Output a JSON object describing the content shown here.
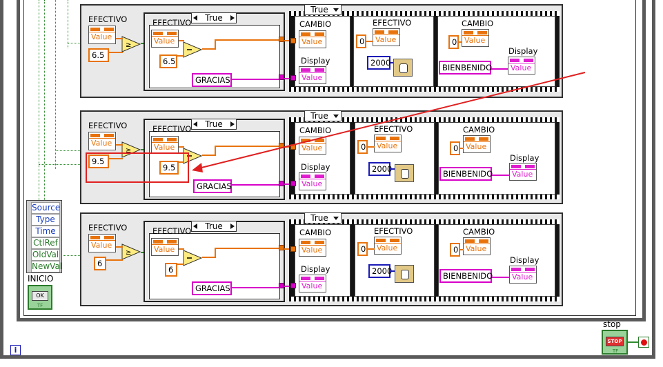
{
  "outer_loop": {
    "info_glyph": "i"
  },
  "event_data_node": {
    "items": [
      {
        "label": "Source",
        "color": "#1a3fbf"
      },
      {
        "label": "Type",
        "color": "#1a3fbf"
      },
      {
        "label": "Time",
        "color": "#1a3fbf"
      },
      {
        "label": "CtlRef",
        "color": "#2a7a2a"
      },
      {
        "label": "OldVal",
        "color": "#2a7a2a"
      },
      {
        "label": "NewVal",
        "color": "#2a7a2a"
      }
    ]
  },
  "inicio": {
    "label": "INICIO",
    "button_text": "OK",
    "type_text": "TF"
  },
  "stop": {
    "label": "stop",
    "button_text": "STOP",
    "type_text": "TF"
  },
  "rows": [
    {
      "efectivo_label": "EFECTIVO",
      "compare_constant": "6.5",
      "case_selector": "True",
      "inner_efectivo_label": "EFECTIVO",
      "subtract_constant": "6.5",
      "gracias_constant": "GRACIAS",
      "sequence_selector": "True",
      "frame1": {
        "cambio_label": "CAMBIO",
        "display_label": "Display"
      },
      "frame2": {
        "efectivo_label": "EFECTIVO",
        "zero_constant": "0",
        "wait_constant": "2000"
      },
      "frame3": {
        "cambio_label": "CAMBIO",
        "zero_constant": "0",
        "display_label": "Display",
        "bienvenido_constant": "BIENBENIDO"
      }
    },
    {
      "efectivo_label": "EFECTIVO",
      "compare_constant": "9.5",
      "case_selector": "True",
      "inner_efectivo_label": "EFECTIVO",
      "subtract_constant": "9.5",
      "gracias_constant": "GRACIAS",
      "sequence_selector": "True",
      "frame1": {
        "cambio_label": "CAMBIO",
        "display_label": "Display"
      },
      "frame2": {
        "efectivo_label": "EFECTIVO",
        "zero_constant": "0",
        "wait_constant": "2000"
      },
      "frame3": {
        "cambio_label": "CAMBIO",
        "zero_constant": "0",
        "display_label": "Display",
        "bienvenido_constant": "BIENBENIDO"
      }
    },
    {
      "efectivo_label": "EFECTIVO",
      "compare_constant": "6",
      "case_selector": "True",
      "inner_efectivo_label": "EFECTIVO",
      "subtract_constant": "6",
      "gracias_constant": "GRACIAS",
      "sequence_selector": "True",
      "frame1": {
        "cambio_label": "CAMBIO",
        "display_label": "Display"
      },
      "frame2": {
        "efectivo_label": "EFECTIVO",
        "zero_constant": "0",
        "wait_constant": "2000"
      },
      "frame3": {
        "cambio_label": "CAMBIO",
        "zero_constant": "0",
        "display_label": "Display",
        "bienvenido_constant": "BIENBENIDO"
      }
    }
  ],
  "value_terminal_text": "Value",
  "colors": {
    "numeric": "#e8730c",
    "string": "#d800c8",
    "boolean": "#2e8b2e",
    "i32": "#1a1ab8",
    "annotation": "#e02020"
  }
}
